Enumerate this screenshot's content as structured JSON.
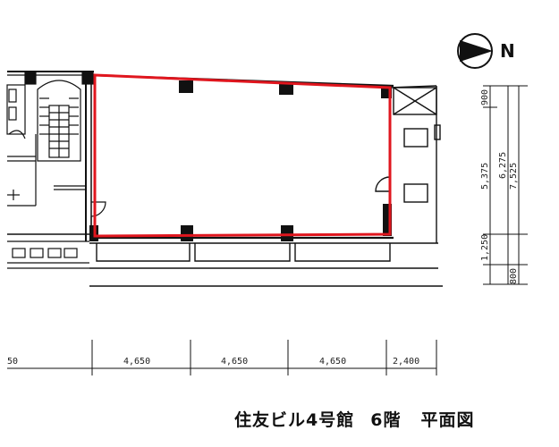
{
  "north_label": "N",
  "horizontal_dimensions": [
    "50",
    "4,650",
    "4,650",
    "4,650",
    "2,400"
  ],
  "vertical_dimensions": [
    "900",
    "5,375",
    "6,275",
    "7,525",
    "1,250",
    "800"
  ],
  "caption": {
    "building": "住友ビル4号館",
    "floor": "6階",
    "kind": "平面図"
  },
  "colors": {
    "highlight": "#e0161e",
    "line": "#111111"
  }
}
